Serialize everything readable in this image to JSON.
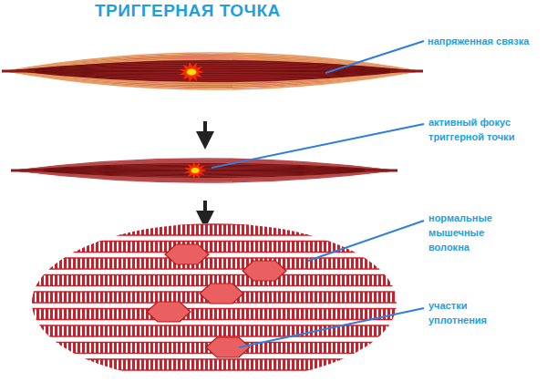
{
  "diagram": {
    "title": "ТРИГГЕРНАЯ ТОЧКА",
    "labels": [
      "напряженная связка",
      "активный фокус триггерной точки",
      "нормальные мышечные волокна",
      "участки уплотнения"
    ]
  }
}
